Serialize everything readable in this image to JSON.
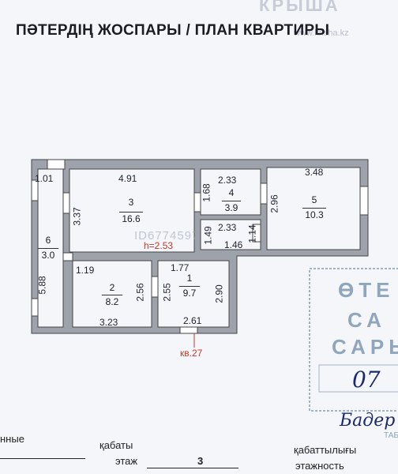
{
  "header": {
    "title": "ПӘТЕРДІҢ ЖОСПАРЫ / ПЛАН КВАРТИРЫ",
    "watermark_top": "КРЫША",
    "watermark_site": "www.krisha.kz"
  },
  "plan": {
    "watermark_id": "ID6774597",
    "ceiling_height": "h=2.53",
    "apartment_label": "кв.27",
    "rooms": [
      {
        "number": "1",
        "area": "9.7"
      },
      {
        "number": "2",
        "area": "8.2"
      },
      {
        "number": "3",
        "area": "16.6"
      },
      {
        "number": "4",
        "area": "3.9"
      },
      {
        "number": "5",
        "area": "10.3"
      },
      {
        "number": "6",
        "area": "3.0"
      }
    ],
    "dimensions": {
      "d_1_01": "1.01",
      "d_4_91": "4.91",
      "d_2_33_top": "2.33",
      "d_3_48": "3.48",
      "d_3_37": "3.37",
      "d_1_68": "1.68",
      "d_2_96": "2.96",
      "d_1_49": "1.49",
      "d_2_33_mid": "2.33",
      "d_1_14": "1.14",
      "d_1_46": "1.46",
      "d_1_19": "1.19",
      "d_1_77": "1.77",
      "d_5_88": "5.88",
      "d_2_56": "2.56",
      "d_2_55": "2.55",
      "d_2_90": "2.90",
      "d_3_23": "3.23",
      "d_2_61": "2.61"
    }
  },
  "stamp": {
    "line1": "ӨТЕ",
    "line2": "СА",
    "line3": "САРЫ"
  },
  "handwriting": {
    "number": "07",
    "signature": "Бадер"
  },
  "footer": {
    "left_fragment": "нные",
    "floor_kz": "қабаты",
    "floor_ru": "этаж",
    "floor_value": "3",
    "floors_kz": "қабаттылығы",
    "floors_ru": "этажность",
    "tab_mark": "ТАБ"
  }
}
